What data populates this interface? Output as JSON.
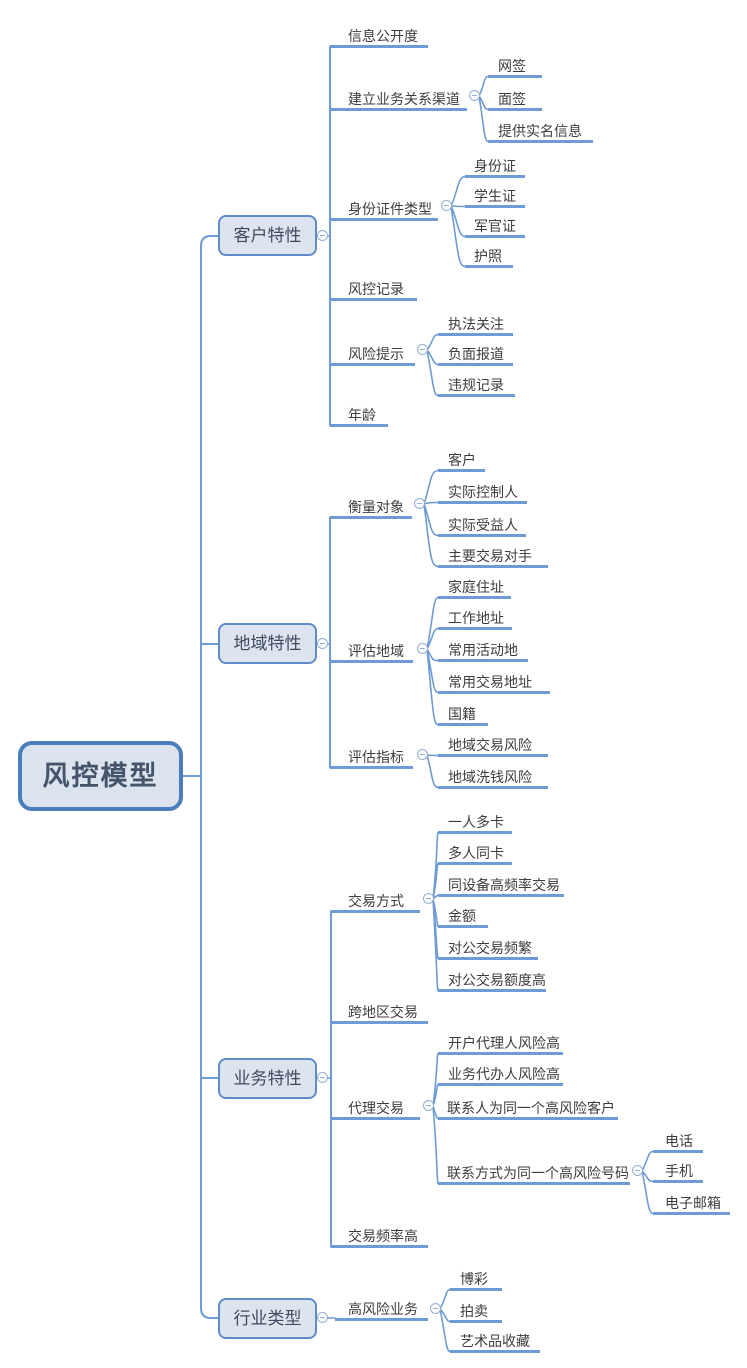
{
  "colors": {
    "line": "#6d9bd3",
    "text": "#3d3d3d",
    "box-fill": "#dce4f0",
    "box-border": "#5f8cc7",
    "box-text": "#3f4a5e",
    "root-fill": "#dbe3ef",
    "root-border": "#4a7cbe",
    "root-text": "#44546a",
    "exp": "#93aed0"
  },
  "icons": {
    "expander": "minus-circle"
  },
  "root": {
    "label": "风控模型"
  },
  "branches": [
    {
      "label": "客户特性",
      "children": [
        {
          "label": "信息公开度"
        },
        {
          "label": "建立业务关系渠道",
          "children": [
            {
              "label": "网签"
            },
            {
              "label": "面签"
            },
            {
              "label": "提供实名信息"
            }
          ]
        },
        {
          "label": "身份证件类型",
          "children": [
            {
              "label": "身份证"
            },
            {
              "label": "学生证"
            },
            {
              "label": "军官证"
            },
            {
              "label": "护照"
            }
          ]
        },
        {
          "label": "风控记录"
        },
        {
          "label": "风险提示",
          "children": [
            {
              "label": "执法关注"
            },
            {
              "label": "负面报道"
            },
            {
              "label": "违规记录"
            }
          ]
        },
        {
          "label": "年龄"
        }
      ]
    },
    {
      "label": "地域特性",
      "children": [
        {
          "label": "衡量对象",
          "children": [
            {
              "label": "客户"
            },
            {
              "label": "实际控制人"
            },
            {
              "label": "实际受益人"
            },
            {
              "label": "主要交易对手"
            }
          ]
        },
        {
          "label": "评估地域",
          "children": [
            {
              "label": "家庭住址"
            },
            {
              "label": "工作地址"
            },
            {
              "label": "常用活动地"
            },
            {
              "label": "常用交易地址"
            },
            {
              "label": "国籍"
            }
          ]
        },
        {
          "label": "评估指标",
          "children": [
            {
              "label": "地域交易风险"
            },
            {
              "label": "地域洗钱风险"
            }
          ]
        }
      ]
    },
    {
      "label": "业务特性",
      "children": [
        {
          "label": "交易方式",
          "children": [
            {
              "label": "一人多卡"
            },
            {
              "label": "多人同卡"
            },
            {
              "label": "同设备高频率交易"
            },
            {
              "label": "金额"
            },
            {
              "label": "对公交易频繁"
            },
            {
              "label": "对公交易额度高"
            }
          ]
        },
        {
          "label": "跨地区交易"
        },
        {
          "label": "代理交易",
          "children": [
            {
              "label": "开户代理人风险高"
            },
            {
              "label": "业务代办人风险高"
            },
            {
              "label": "联系人为同一个高风险客户"
            },
            {
              "label": "联系方式为同一个高风险号码",
              "children": [
                {
                  "label": "电话"
                },
                {
                  "label": "手机"
                },
                {
                  "label": "电子邮箱"
                }
              ]
            }
          ]
        },
        {
          "label": "交易频率高"
        }
      ]
    },
    {
      "label": "行业类型",
      "children": [
        {
          "label": "高风险业务",
          "children": [
            {
              "label": "博彩"
            },
            {
              "label": "拍卖"
            },
            {
              "label": "艺术品收藏"
            }
          ]
        }
      ]
    }
  ]
}
